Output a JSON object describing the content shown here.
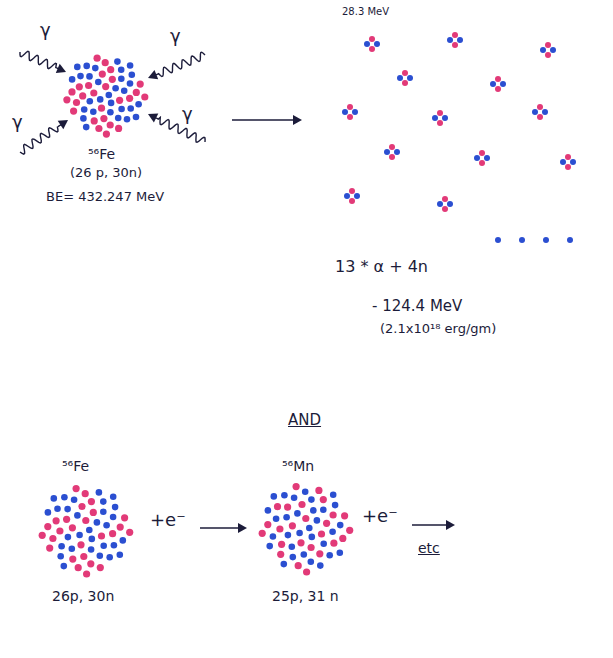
{
  "diagram": {
    "labels": [
      "γ",
      "γ",
      "γ",
      "γ",
      "⁵⁶Fe",
      "(26 p, 30n)",
      "BE= 432.247 MeV",
      "28.3 MeV",
      "13 * α + 4n",
      "- 124.4 MeV",
      "(2.1x10¹⁸ erg/gm)",
      "AND",
      "⁵⁶Fe",
      "26p, 30n",
      "+e⁻",
      "⁵⁶Mn",
      "25p, 31 n",
      "+e⁻",
      "etc"
    ]
  }
}
